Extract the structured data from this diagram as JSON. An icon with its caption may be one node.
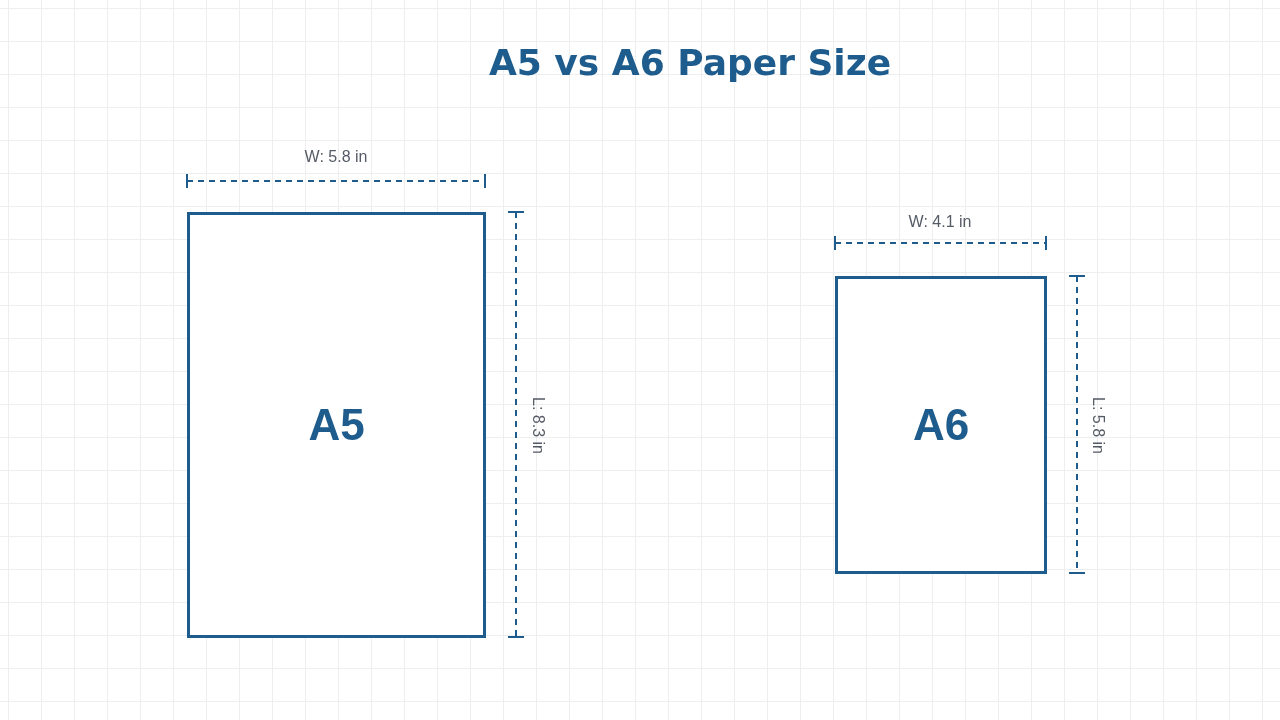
{
  "diagram": {
    "title": "A5 vs A6 Paper Size",
    "nodes": [
      {
        "text": [
          "A5"
        ]
      },
      {
        "text": [
          "A6"
        ]
      }
    ],
    "labels": [
      "W: 5.8 in",
      "L: 8.3 in",
      "W: 4.1 in",
      "L: 5.8 in"
    ]
  }
}
